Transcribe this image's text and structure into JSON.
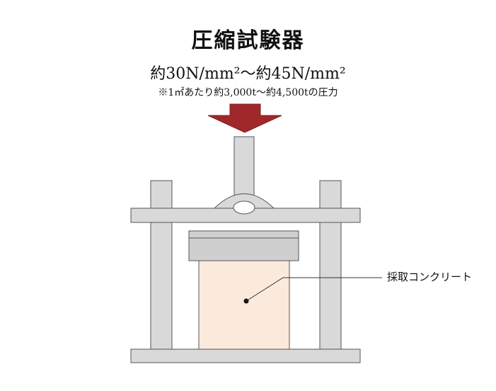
{
  "title": "圧縮試験器",
  "pressure_text": "約30N/mm²～約45N/mm²",
  "note_text": "※1㎡あたり約3,000t～約4,500tの圧力",
  "specimen_label": "採取コンクリート",
  "colors": {
    "arrow": "#a0282a",
    "frame_fill": "#d9d9d9",
    "frame_stroke": "#555555",
    "specimen_fill": "#fbe9dc",
    "platen_fill": "#cfcfcf"
  }
}
